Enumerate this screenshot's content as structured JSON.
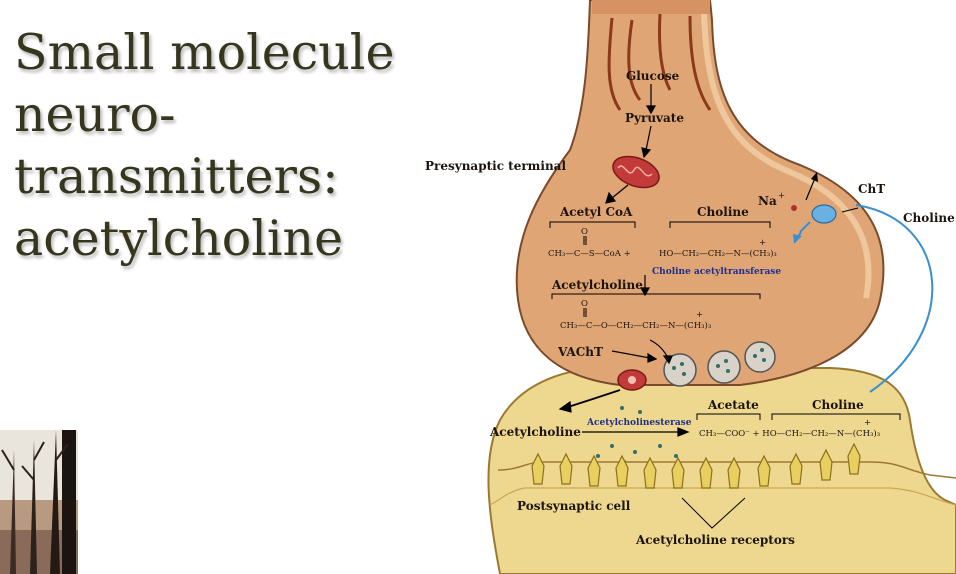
{
  "slide": {
    "title_lines": [
      "Small molecule",
      "neuro-",
      "transmitters:",
      "acetylcholine"
    ]
  },
  "diagram": {
    "presynaptic_label": "Presynaptic terminal",
    "postsynaptic_label": "Postsynaptic cell",
    "receptors_label": "Acetylcholine receptors",
    "glucose": "Glucose",
    "pyruvate": "Pyruvate",
    "acetyl_coa": "Acetyl CoA",
    "choline_inside": "Choline",
    "choline_outside": "Choline",
    "cht": "ChT",
    "na": "Na",
    "na_sup": "+",
    "eq1_left": "CH₃—C—S—CoA +",
    "eq1_right": "HO—CH₂—CH₂—N—(CH₃)₃",
    "enzyme1": "Choline acetyltransferase",
    "acetylcholine_inside": "Acetylcholine",
    "eq2": "CH₃—C—O—CH₂—CH₂—N—(CH₃)₃",
    "vacht": "VAChT",
    "acetylcholine_cleft": "Acetylcholine",
    "enzyme2": "Acetylcholinesterase",
    "acetate": "Acetate",
    "choline_product": "Choline",
    "eq3": "CH₃—COO⁻ + HO—CH₂—CH₂—N—(CH₃)₃",
    "carbonyl_o": "O",
    "n_plus": "+",
    "colors": {
      "terminal_fill": "#e0a575",
      "terminal_stroke": "#7a4a2a",
      "postsyn_fill": "#eed78e",
      "postsyn_stroke": "#9a7a30",
      "arrow_blue": "#3a8fd0",
      "title": "#36361f"
    }
  }
}
